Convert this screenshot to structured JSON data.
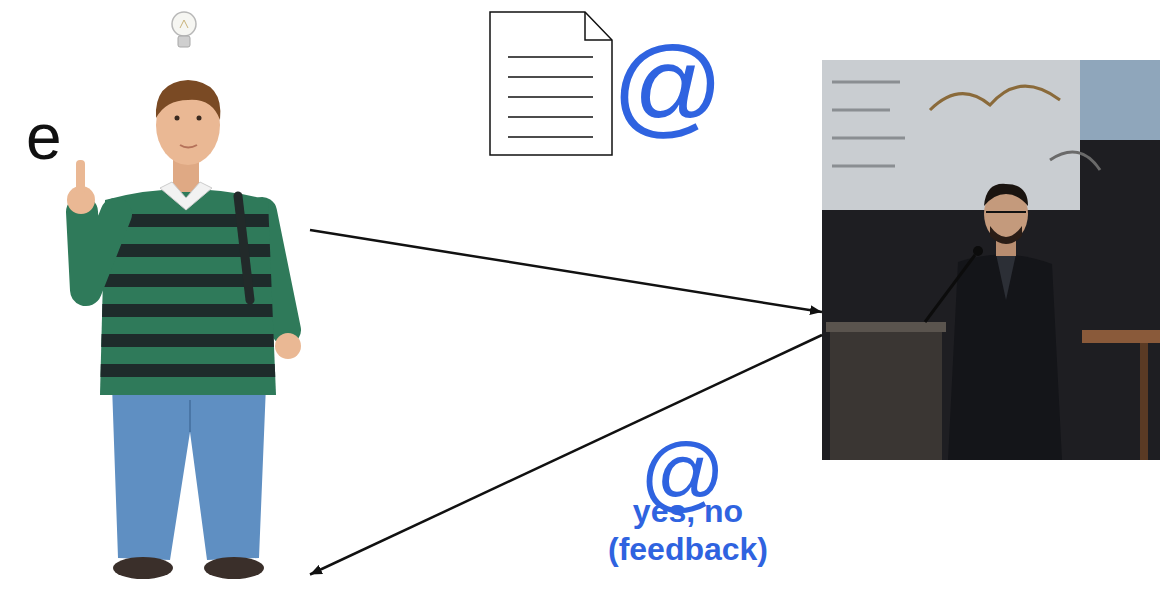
{
  "diagram": {
    "nodes": [
      {
        "text": []
      },
      {
        "text": []
      }
    ],
    "edges": [
      {
        "from": 0,
        "to": 1,
        "arrow": "to"
      },
      {
        "from": 1,
        "to": 0,
        "label": "yes, no (feedback)",
        "arrow": "to"
      }
    ],
    "labels": [
      "e",
      "@",
      "@"
    ]
  }
}
